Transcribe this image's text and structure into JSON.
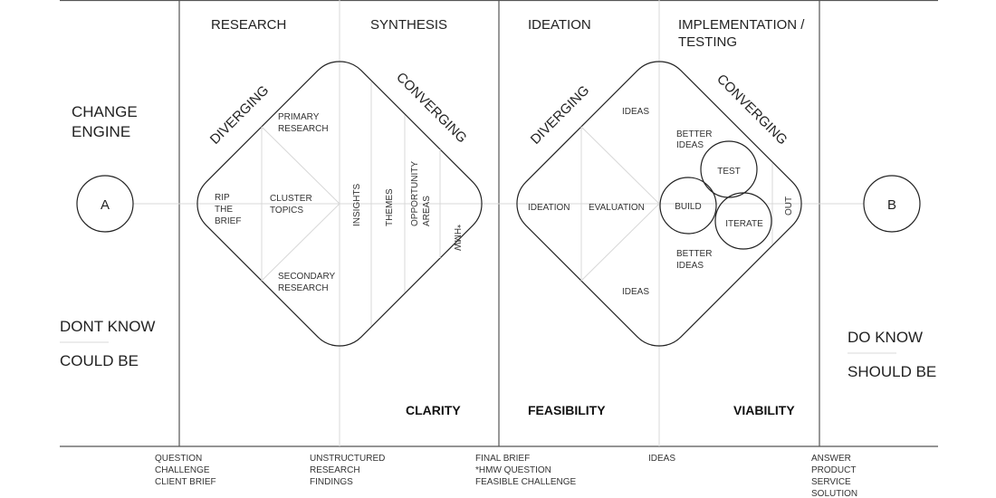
{
  "phases": [
    "RESEARCH",
    "SYNTHESIS",
    "IDEATION",
    "IMPLEMENTATION /",
    "TESTING"
  ],
  "left": {
    "title_line1": "CHANGE",
    "title_line2": "ENGINE",
    "node": "A",
    "dont_know": "DONT KNOW",
    "could_be": "COULD BE"
  },
  "right": {
    "node": "B",
    "do_know": "DO KNOW",
    "should_be": "SHOULD BE"
  },
  "diamond1": {
    "diverging": "DIVERGING",
    "converging": "CONVERGING",
    "rip": [
      "RIP",
      "THE",
      "BRIEF"
    ],
    "cluster": [
      "CLUSTER",
      "TOPICS"
    ],
    "primary": [
      "PRIMARY",
      "RESEARCH"
    ],
    "secondary": [
      "SECONDARY",
      "RESEARCH"
    ],
    "insights": "INSIGHTS",
    "themes": "THEMES",
    "opportunity": [
      "OPPORTUNITY",
      "AREAS"
    ],
    "hmw": "*HMW"
  },
  "diamond2": {
    "diverging": "DIVERGING",
    "converging": "CONVERGING",
    "ideation": "IDEATION",
    "evaluation": "EVALUATION",
    "ideas_top": "IDEAS",
    "ideas_bottom": "IDEAS",
    "better_top": [
      "BETTER",
      "IDEAS"
    ],
    "better_bottom": [
      "BETTER",
      "IDEAS"
    ],
    "test": "TEST",
    "build": "BUILD",
    "iterate": "ITERATE",
    "out": "OUT"
  },
  "criteria": [
    "CLARITY",
    "FEASIBILITY",
    "VIABILITY"
  ],
  "outputs": [
    [
      "QUESTION",
      "CHALLENGE",
      "CLIENT BRIEF"
    ],
    [
      "UNSTRUCTURED",
      "RESEARCH",
      "FINDINGS"
    ],
    [
      "FINAL BRIEF",
      "*HMW QUESTION",
      "FEASIBLE CHALLENGE"
    ],
    [
      "IDEAS"
    ],
    [
      "ANSWER",
      "PRODUCT",
      "SERVICE",
      "SOLUTION"
    ]
  ]
}
